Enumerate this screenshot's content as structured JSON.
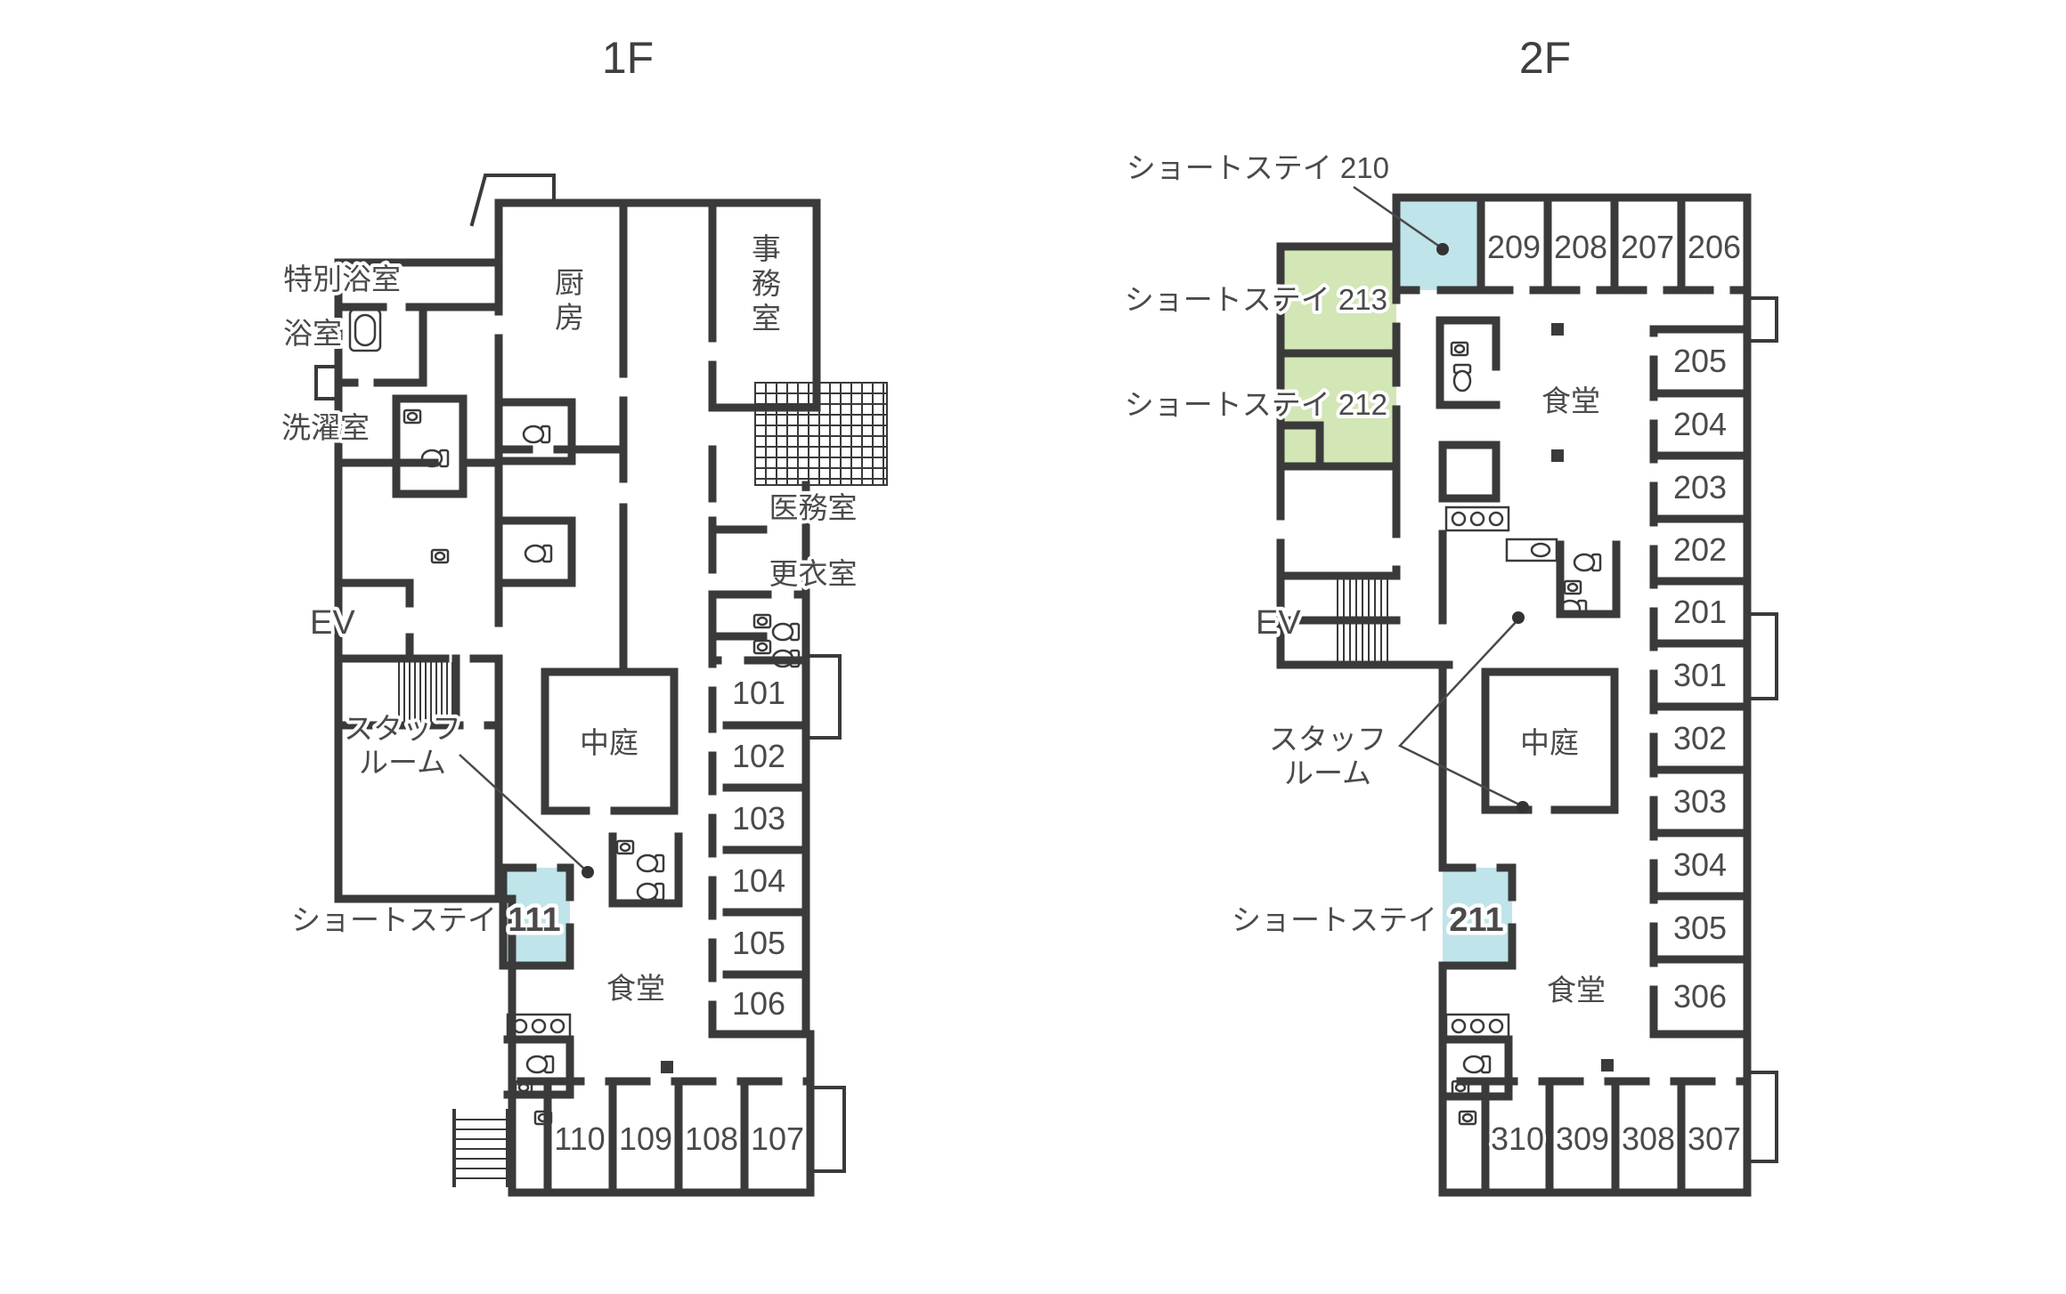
{
  "floors": {
    "f1": {
      "title": "1F",
      "rooms": {
        "special_bath": "特別浴室",
        "bath": "浴室",
        "laundry": "洗濯室",
        "elevator": "EV",
        "kitchen": "厨房",
        "office": "事務室",
        "medical": "医務室",
        "changing": "更衣室",
        "courtyard": "中庭",
        "dining": "食堂",
        "staff_room_lines": [
          "スタッフ",
          "ルーム"
        ],
        "short_stay_label": "ショートステイ",
        "short_stay_number": "111",
        "numbered_right": [
          "101",
          "102",
          "103",
          "104",
          "105",
          "106"
        ],
        "numbered_bottom": [
          "110",
          "109",
          "108",
          "107"
        ]
      }
    },
    "f2": {
      "title": "2F",
      "rooms": {
        "short_stay_210": "ショートステイ 210",
        "short_stay_213": "ショートステイ 213",
        "short_stay_212": "ショートステイ 212",
        "short_stay_label": "ショートステイ",
        "short_stay_number": "211",
        "elevator": "EV",
        "dining_upper": "食堂",
        "dining_lower": "食堂",
        "courtyard": "中庭",
        "staff_room_lines": [
          "スタッフ",
          "ルーム"
        ],
        "numbered_top": [
          "209",
          "208",
          "207",
          "206"
        ],
        "numbered_right": [
          "205",
          "204",
          "203",
          "202",
          "201",
          "301",
          "302",
          "303",
          "304",
          "305",
          "306"
        ],
        "numbered_bottom": [
          "310",
          "309",
          "308",
          "307"
        ]
      }
    }
  },
  "colors": {
    "wall": "#3a3a3a",
    "cyan_room": "#bfe4e9",
    "green_room": "#d3e6b6",
    "text": "#4a4a4a"
  }
}
